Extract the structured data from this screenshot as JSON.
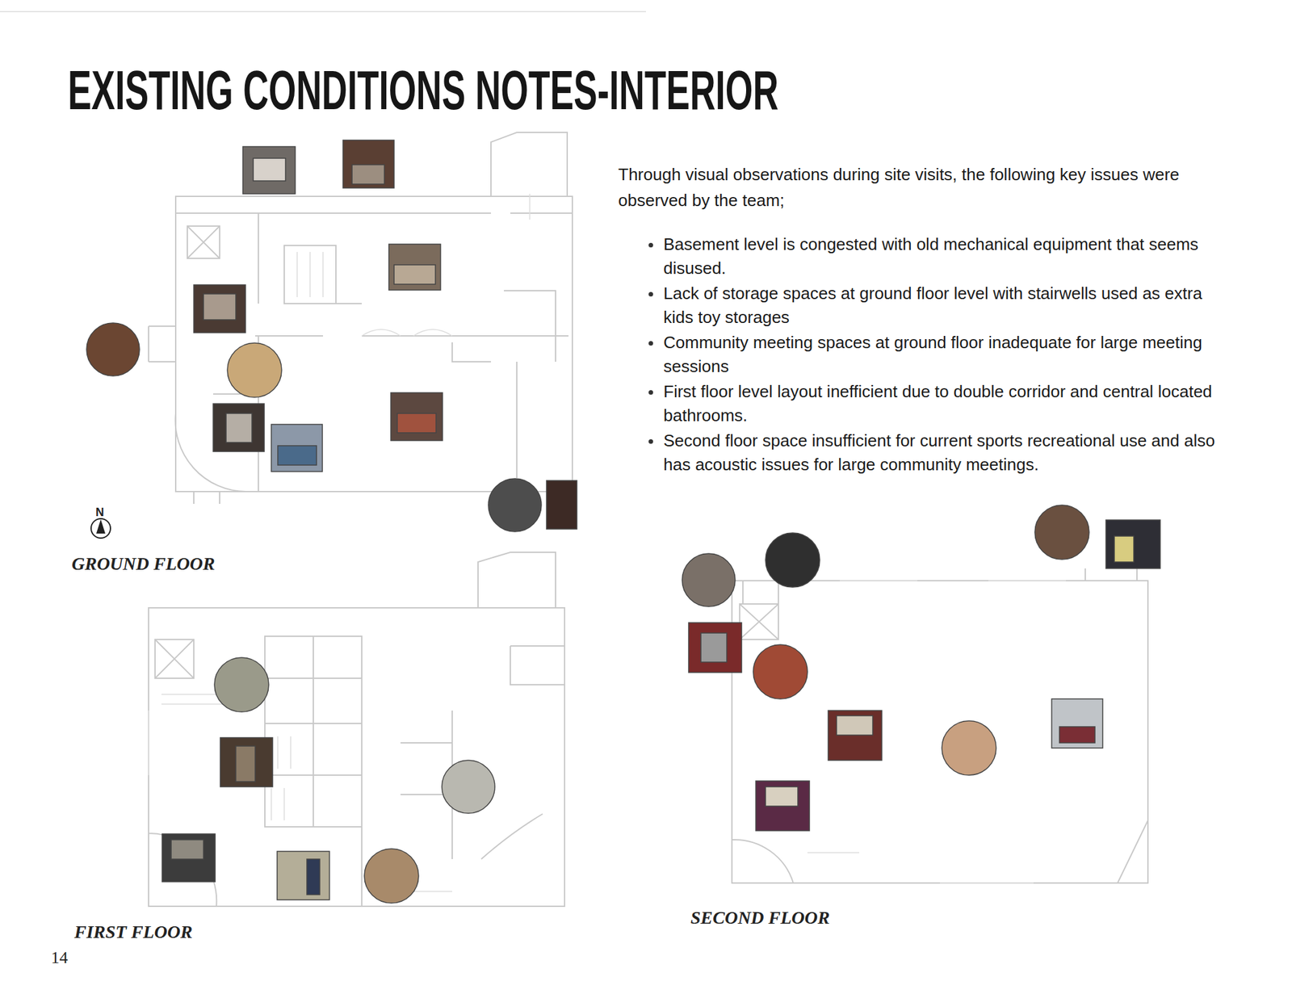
{
  "diagram": {
    "title": "EXISTING CONDITIONS NOTES-INTERIOR",
    "labels": [
      "Through visual observations during site visits, the following key issues were observed by the team;",
      "Basement level is congested with old mechanical equipment that seems disused.",
      "Lack of storage spaces at ground floor level with stairwells used as extra kids toy storages",
      "Community meeting spaces at ground floor inadequate for large meeting sessions",
      "First floor level layout inefficient due to double corridor and central located bathrooms.",
      "Second floor space insufficient for current sports recreational use and also has acoustic issues for large community meetings.",
      "GROUND FLOOR",
      "FIRST FLOOR",
      "SECOND FLOOR",
      "14",
      "N"
    ]
  }
}
